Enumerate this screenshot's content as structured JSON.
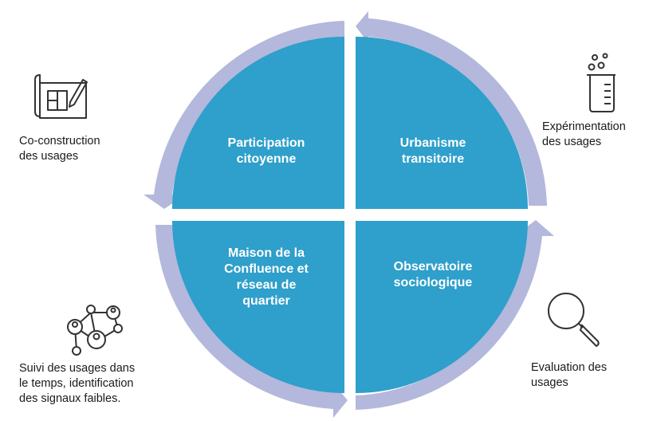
{
  "quadrants": {
    "top_left": "Participation\ncitoyenne",
    "top_right": "Urbanisme\ntransitoire",
    "bottom_left": "Maison de la\nConfluence et\nréseau de\nquartier",
    "bottom_right": "Observatoire\nsociologique"
  },
  "side_labels": {
    "left_top": "Co-construction\ndes usages",
    "right_top": "Expérimentation\ndes usages",
    "left_bottom": "Suivi des usages dans\nle temps, identification\ndes signaux faibles.",
    "right_bottom": "Evaluation des\nusages"
  },
  "icons": {
    "left_top": "blueprint-pencil-icon",
    "right_top": "beaker-bubbles-icon",
    "left_bottom": "people-network-icon",
    "right_bottom": "magnifier-icon"
  },
  "colors": {
    "quadrant_fill": "#2F9FCB",
    "arrow_ring": "#B3B8DC",
    "icon_stroke": "#333333"
  }
}
